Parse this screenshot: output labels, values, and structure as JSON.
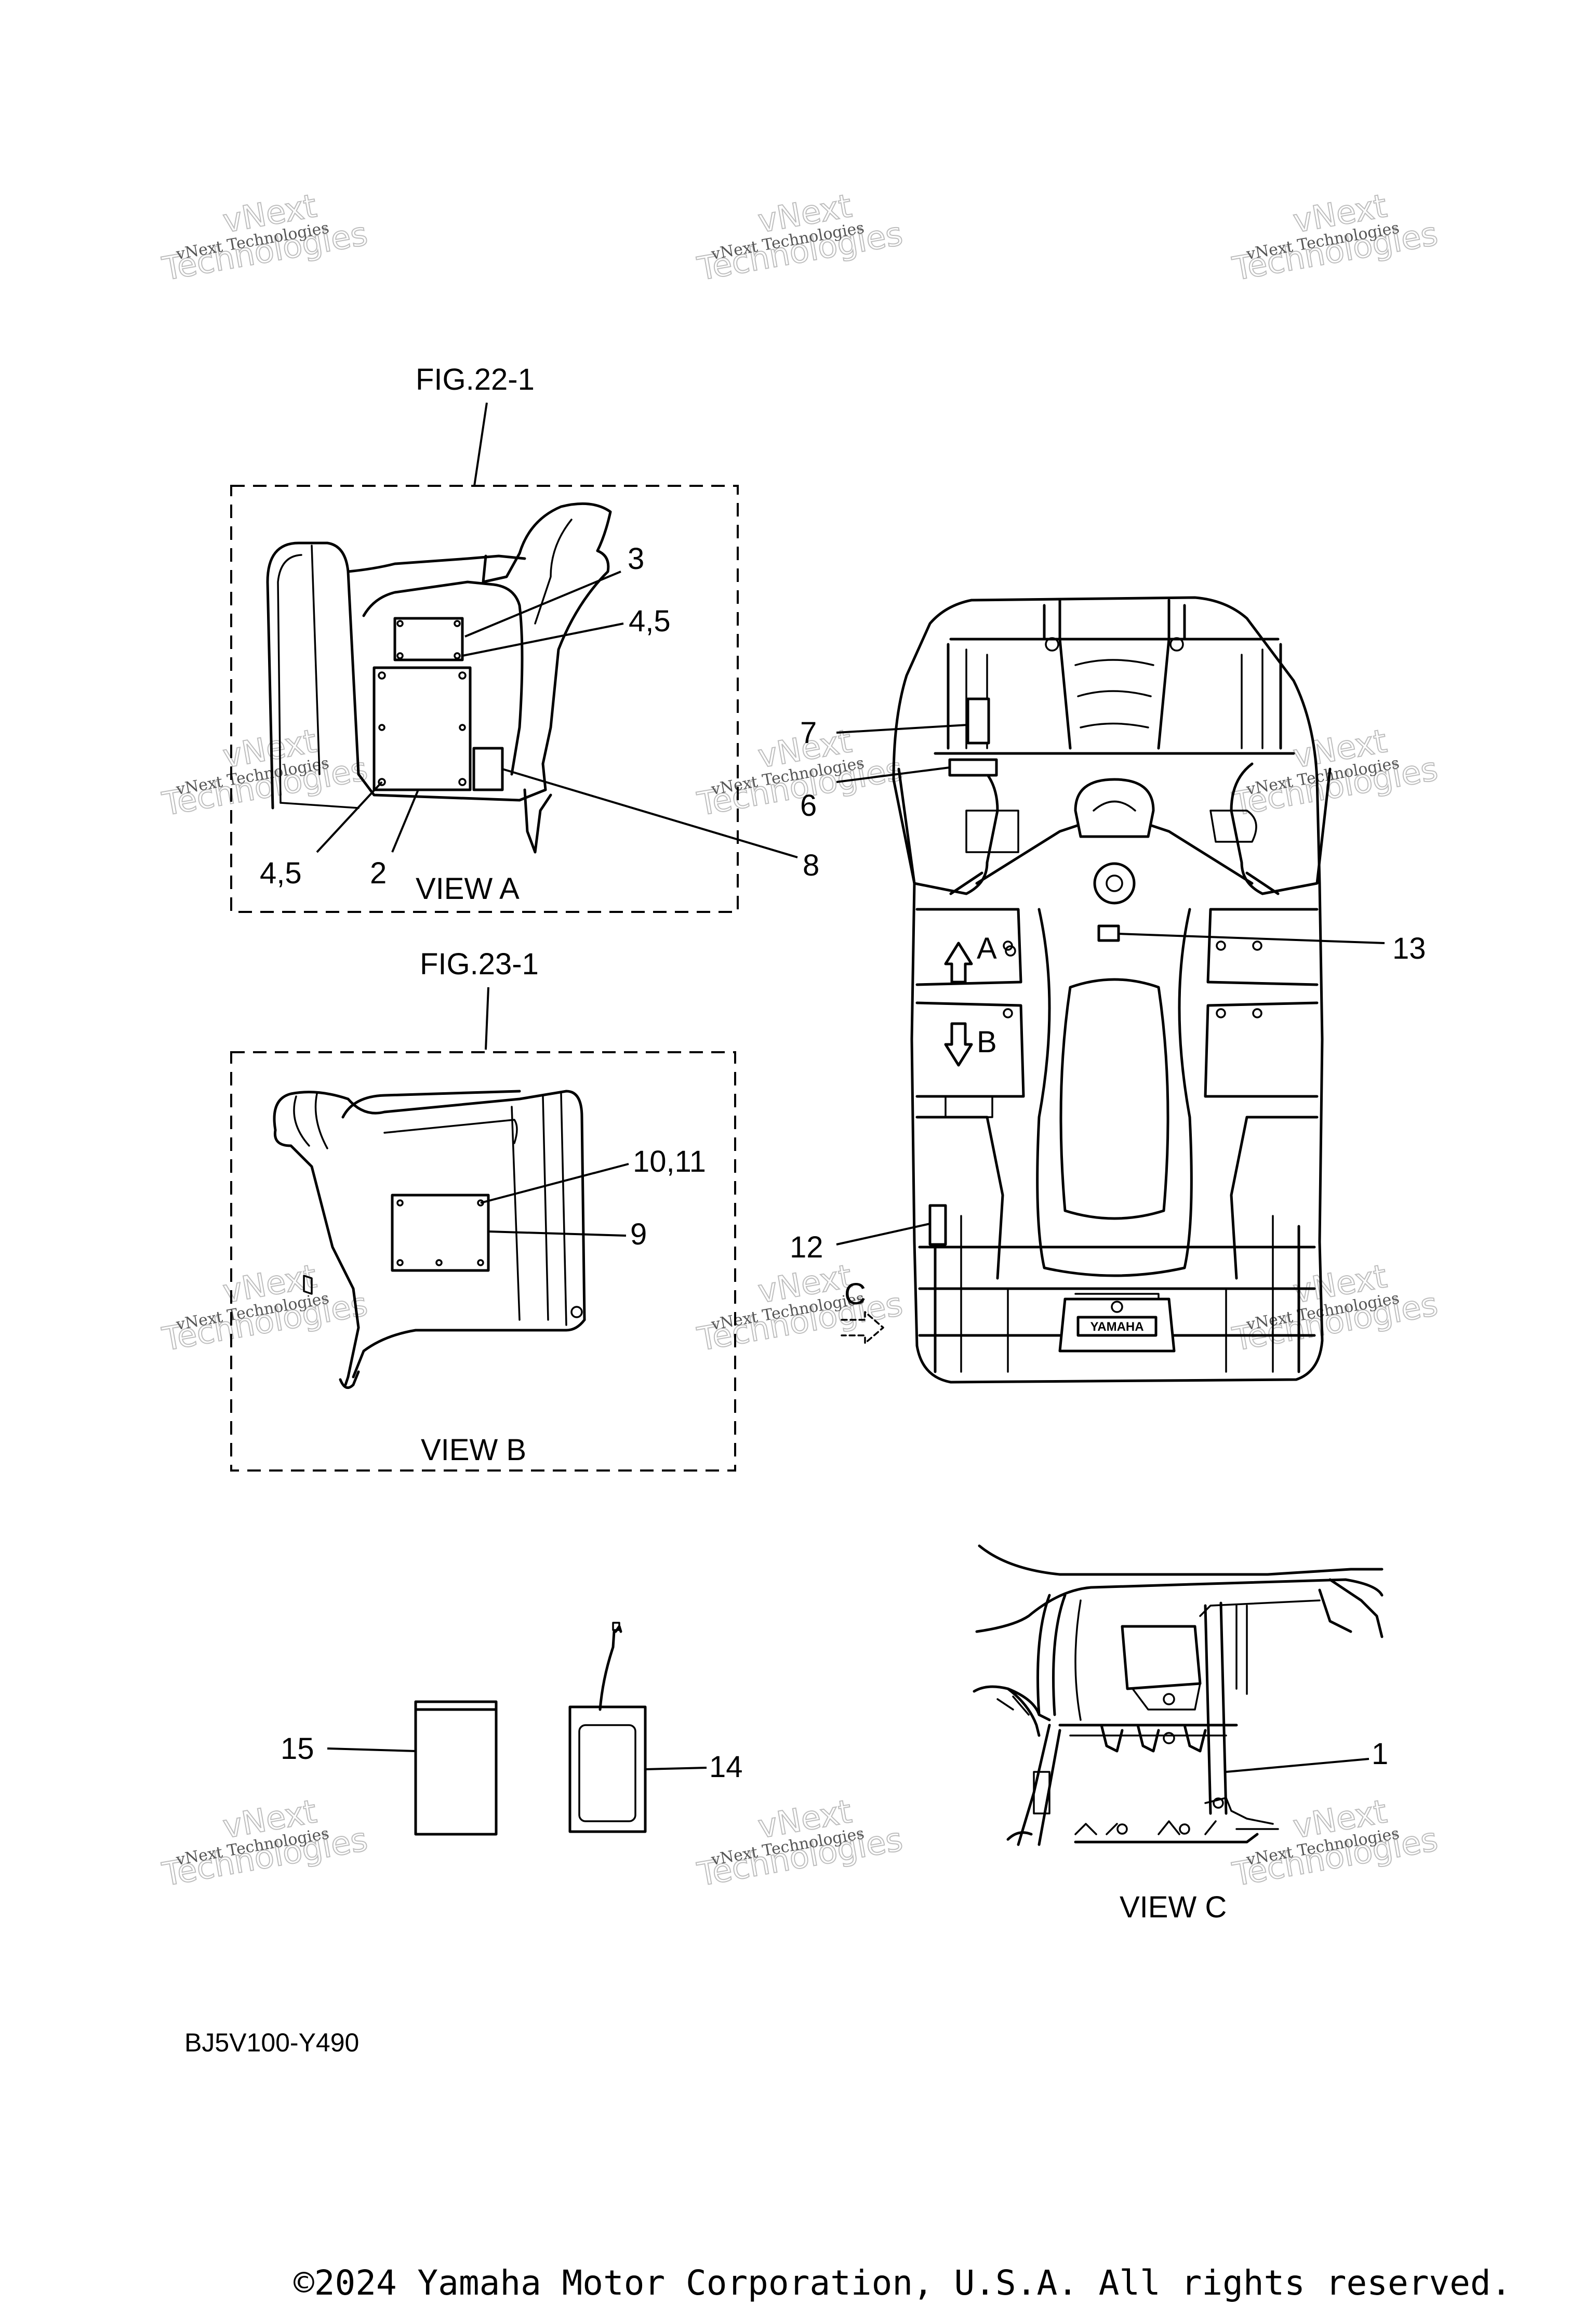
{
  "figures": {
    "fig_a_ref": "FIG.22-1",
    "fig_b_ref": "FIG.23-1",
    "view_a": "VIEW A",
    "view_b": "VIEW B",
    "view_c": "VIEW C"
  },
  "callouts": {
    "c1": "1",
    "c2": "2",
    "c3": "3",
    "c45_top": "4,5",
    "c45_bottom": "4,5",
    "c6": "6",
    "c7": "7",
    "c8": "8",
    "c9": "9",
    "c10_11": "10,11",
    "c12": "12",
    "c13": "13",
    "c14": "14",
    "c15": "15"
  },
  "arrows": {
    "a": "A",
    "b": "B",
    "c": "C"
  },
  "brand_plate": "YAMAHA",
  "diagram_code": "BJ5V100-Y490",
  "copyright": "©2024 Yamaha Motor Corporation, U.S.A. All rights reserved.",
  "watermark": {
    "line1": "vNext Technologies",
    "line2": "Technologies",
    "line3": "vNext"
  }
}
